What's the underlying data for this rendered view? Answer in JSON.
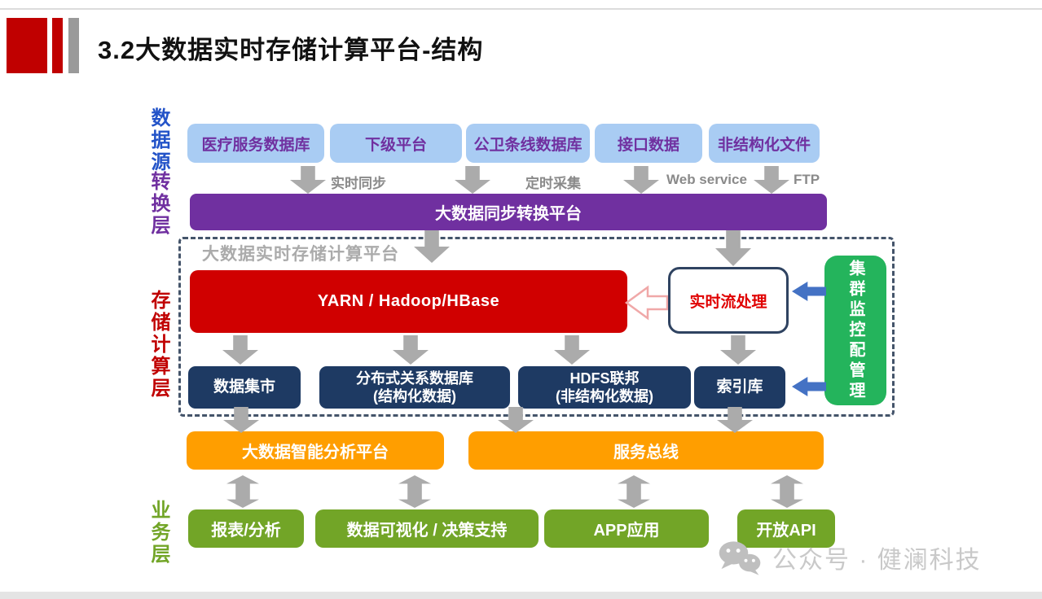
{
  "header": {
    "title": "3.2大数据实时存储计算平台-结构"
  },
  "layer_labels": {
    "source": "数据源",
    "transform": "转换层",
    "storage_compute": "存储计算层",
    "business": "业务层"
  },
  "data_sources": {
    "boxes": [
      "医疗服务数据库",
      "下级平台",
      "公卫条线数据库",
      "接口数据",
      "非结构化文件"
    ]
  },
  "ingest_labels": [
    "实时同步",
    "定时采集",
    "Web service",
    "FTP"
  ],
  "transform_layer": {
    "bar": "大数据同步转换平台"
  },
  "storage_platform": {
    "frame_label": "大数据实时存储计算平台",
    "yarn_box": "YARN / Hadoop/HBase",
    "stream_box": "实时流处理",
    "cluster_box": "集群监控配管理",
    "storage_boxes": [
      {
        "title": "数据集市",
        "subtitle": ""
      },
      {
        "title": "分布式关系数据库",
        "subtitle": "(结构化数据)"
      },
      {
        "title": "HDFS联邦",
        "subtitle": "(非结构化数据)"
      },
      {
        "title": "索引库",
        "subtitle": ""
      }
    ]
  },
  "service_layer": {
    "analysis_platform": "大数据智能分析平台",
    "service_bus": "服务总线"
  },
  "business_layer": {
    "boxes": [
      "报表/分析",
      "数据可视化 / 决策支持",
      "APP应用",
      "开放API"
    ]
  },
  "watermark": {
    "text": "公众号 · 健澜科技"
  },
  "colors": {
    "accent_red": "#C00000",
    "source_box_bg": "#A9CCF3",
    "source_box_text": "#7030A0",
    "transform_purple": "#7030A0",
    "yarn_red": "#D00000",
    "storage_navy": "#1E3A63",
    "cluster_green": "#24B45C",
    "service_orange": "#FF9E00",
    "business_green": "#72A527",
    "arrow_gray": "#ABABAB",
    "arrow_blue": "#4472C4",
    "frame_dash": "#44546A"
  }
}
